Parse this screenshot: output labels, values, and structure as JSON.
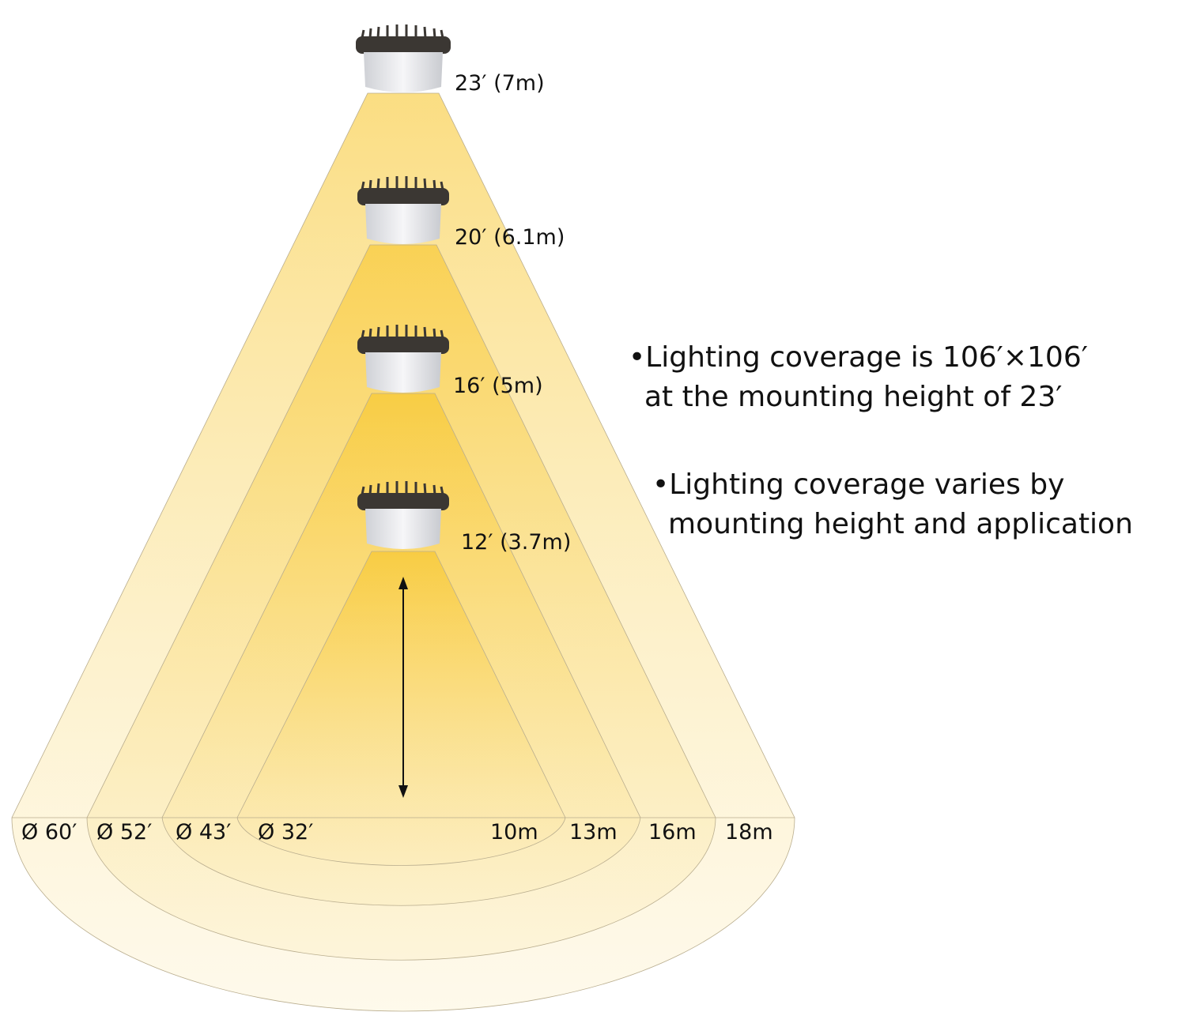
{
  "heights": [
    {
      "label": "23′ (7m)"
    },
    {
      "label": "20′ (6.1m)"
    },
    {
      "label": "16′ (5m)"
    },
    {
      "label": "12′ (3.7m)"
    }
  ],
  "diameters_ft": [
    "Ø 60′",
    "Ø 52′",
    "Ø 43′",
    "Ø 32′"
  ],
  "diameters_m": [
    "10m",
    "13m",
    "16m",
    "18m"
  ],
  "notes": [
    {
      "bullet": "•",
      "line1": "Lighting coverage is 106′×106′",
      "line2": "at the mounting height of 23′"
    },
    {
      "bullet": "•",
      "line1": "Lighting coverage varies by",
      "line2": "mounting height and application"
    }
  ],
  "colors": {
    "beam_top": "#f8c832",
    "beam_bottom": "#fdf3d6",
    "cap": "#3b3733",
    "lens": "#e6e7ea"
  }
}
